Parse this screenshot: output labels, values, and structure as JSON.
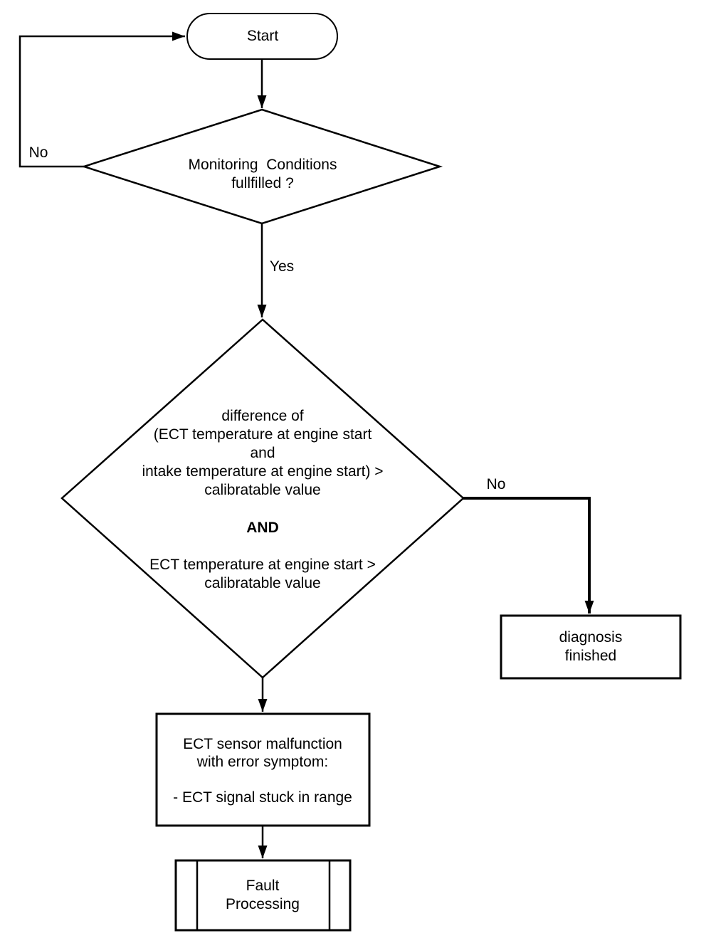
{
  "colors": {
    "background": "#ffffff",
    "line": "#000000",
    "text": "#000000"
  },
  "flowchart": {
    "nodes": {
      "start": {
        "type": "terminator",
        "label": "Start"
      },
      "monitoring_decision": {
        "type": "decision",
        "label": "Monitoring  Conditions\nfullfilled ?"
      },
      "ect_decision": {
        "type": "decision",
        "condition1": "difference of\n(ECT temperature at engine start\nand\nintake temperature at engine start) >\ncalibratable value",
        "operator": "AND",
        "condition2": "ECT temperature at engine start >\ncalibratable value"
      },
      "diagnosis_finished": {
        "type": "process",
        "label": "diagnosis finished"
      },
      "ect_malfunction": {
        "type": "process",
        "label": "ECT sensor malfunction\nwith error symptom:\n\n- ECT signal stuck in range"
      },
      "fault_processing": {
        "type": "predefined-process",
        "label": "Fault\nProcessing"
      }
    },
    "edges": {
      "monitoring_no": {
        "label": "No"
      },
      "monitoring_yes": {
        "label": "Yes"
      },
      "ect_no": {
        "label": "No"
      }
    }
  }
}
